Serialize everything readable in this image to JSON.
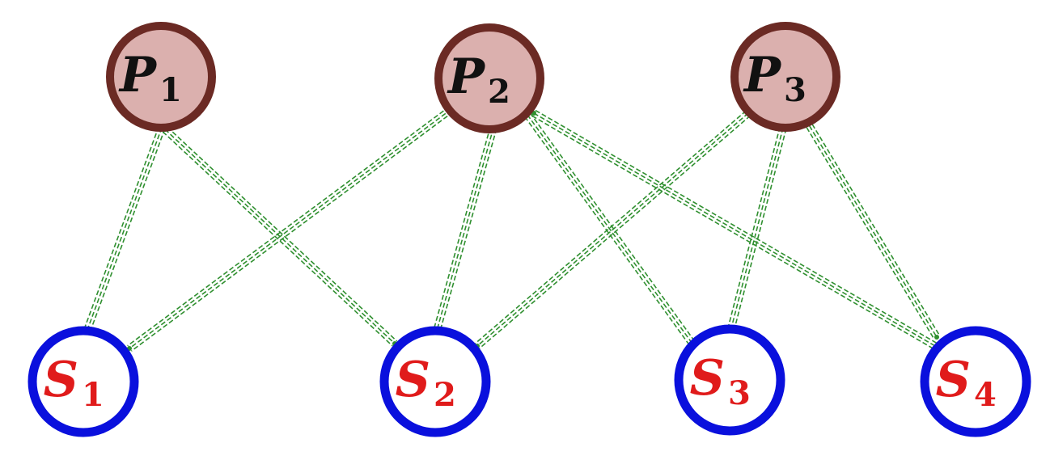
{
  "colors": {
    "primary_fill": "#dbb0ae",
    "primary_stroke": "#6b2a24",
    "primary_text": "#111111",
    "secondary_fill": "#ffffff",
    "secondary_stroke": "#0a10dd",
    "secondary_text": "#e01b1b",
    "edge": "#2f8f2f"
  },
  "primary_nodes": [
    {
      "id": "P1",
      "letter": "P",
      "sub": "1"
    },
    {
      "id": "P2",
      "letter": "P",
      "sub": "2"
    },
    {
      "id": "P3",
      "letter": "P",
      "sub": "3"
    }
  ],
  "secondary_nodes": [
    {
      "id": "S1",
      "letter": "S",
      "sub": "1"
    },
    {
      "id": "S2",
      "letter": "S",
      "sub": "2"
    },
    {
      "id": "S3",
      "letter": "S",
      "sub": "3"
    },
    {
      "id": "S4",
      "letter": "S",
      "sub": "4"
    }
  ],
  "edges": [
    {
      "from": "P1",
      "to": "S1"
    },
    {
      "from": "P1",
      "to": "S2"
    },
    {
      "from": "P2",
      "to": "S1"
    },
    {
      "from": "P2",
      "to": "S2"
    },
    {
      "from": "P2",
      "to": "S3"
    },
    {
      "from": "P2",
      "to": "S4"
    },
    {
      "from": "P3",
      "to": "S2"
    },
    {
      "from": "P3",
      "to": "S3"
    },
    {
      "from": "P3",
      "to": "S4"
    }
  ]
}
